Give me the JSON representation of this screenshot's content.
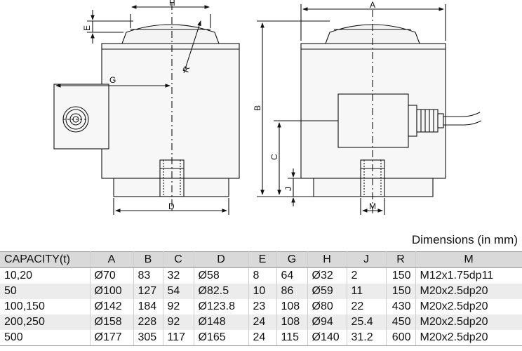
{
  "drawing": {
    "labels": {
      "H": "H",
      "E": "E",
      "R": "R",
      "G": "G",
      "D": "D",
      "A": "A",
      "B": "B",
      "C": "C",
      "J": "J",
      "M": "M"
    }
  },
  "units_note": "Dimensions (in mm)",
  "table": {
    "headers": [
      "CAPACITY(t)",
      "A",
      "B",
      "C",
      "D",
      "E",
      "G",
      "H",
      "J",
      "R",
      "M"
    ],
    "rows": [
      [
        "10,20",
        "Ø70",
        "83",
        "32",
        "Ø58",
        "8",
        "64",
        "Ø32",
        "2",
        "150",
        "M12x1.75dp11"
      ],
      [
        "50",
        "Ø100",
        "127",
        "54",
        "Ø82.5",
        "10",
        "86",
        "Ø59",
        "11",
        "150",
        "M20x2.5dp20"
      ],
      [
        "100,150",
        "Ø142",
        "184",
        "92",
        "Ø123.8",
        "23",
        "108",
        "Ø80",
        "22",
        "430",
        "M20x2.5dp20"
      ],
      [
        "200,250",
        "Ø158",
        "228",
        "92",
        "Ø148",
        "24",
        "108",
        "Ø94",
        "25.4",
        "450",
        "M20x2.5dp20"
      ],
      [
        "500",
        "Ø177",
        "305",
        "117",
        "Ø165",
        "24",
        "115",
        "Ø140",
        "31.2",
        "600",
        "M20x2.5dp20"
      ]
    ]
  }
}
